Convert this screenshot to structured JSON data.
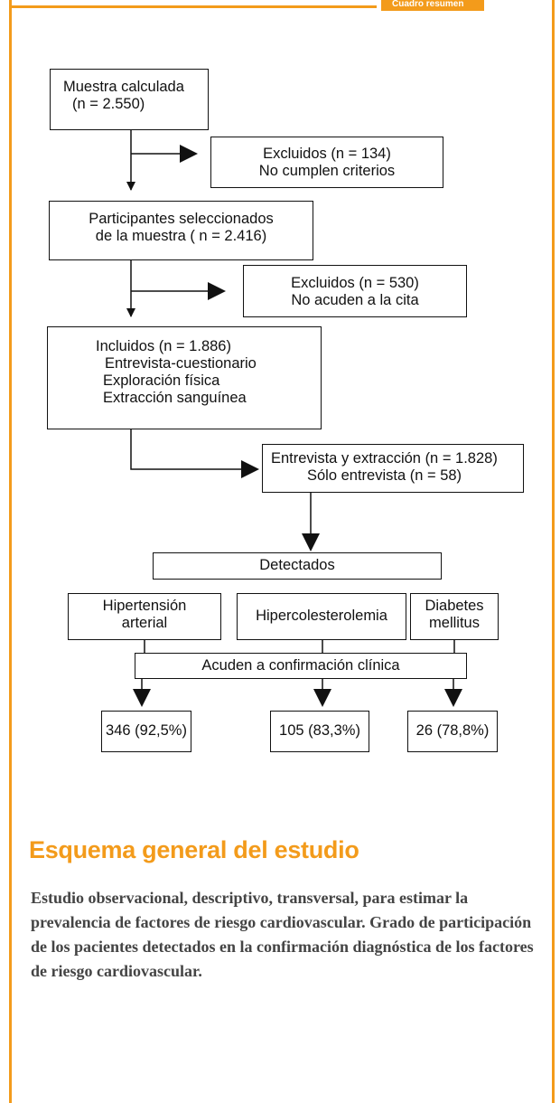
{
  "header": {
    "tag": "Cuadro resumen"
  },
  "flowchart": {
    "muestra": {
      "line1": "Muestra calculada",
      "line2": "(n = 2.550)"
    },
    "excluidos1": {
      "line1": "Excluidos (n = 134)",
      "line2": "No cumplen criterios"
    },
    "seleccionados": {
      "line1": "Participantes seleccionados",
      "line2": "de la muestra ( n = 2.416)"
    },
    "excluidos2": {
      "line1": "Excluidos (n = 530)",
      "line2": "No acuden a la cita"
    },
    "incluidos": {
      "line1": "Incluidos (n = 1.886)",
      "line2": "Entrevista-cuestionario",
      "line3": "Exploración física",
      "line4": "Extracción sanguínea"
    },
    "entrevista": {
      "line1": "Entrevista y extracción (n = 1.828)",
      "line2": "Sólo entrevista (n = 58)"
    },
    "detectados": "Detectados",
    "hipertension": {
      "line1": "Hipertensión",
      "line2": "arterial"
    },
    "hipercolesterolemia": "Hipercolesterolemia",
    "diabetes": {
      "line1": "Diabetes",
      "line2": "mellitus"
    },
    "acuden": "Acuden a confirmación clínica",
    "result_hta": "346 (92,5%)",
    "result_hcol": "105 (83,3%)",
    "result_dm": "26 (78,8%)"
  },
  "summary": {
    "title": "Esquema general del estudio",
    "text": "Estudio observacional, descriptivo, transversal, para estimar la prevalencia de factores de riesgo cardiovascular. Grado de participación de los pacientes detectados en la confirmación diagnóstica de los factores de riesgo cardiovascular."
  },
  "colors": {
    "accent": "#f39b1b",
    "line": "#111111",
    "body_text": "#444444"
  }
}
